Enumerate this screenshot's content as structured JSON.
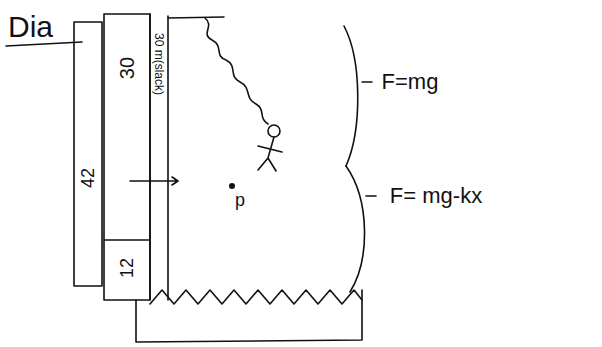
{
  "diagram": {
    "title": "Dia",
    "labels": [
      "42",
      "30",
      "12",
      "30 m(slack)",
      "p",
      "F=mg",
      "F= mg-kx"
    ]
  }
}
